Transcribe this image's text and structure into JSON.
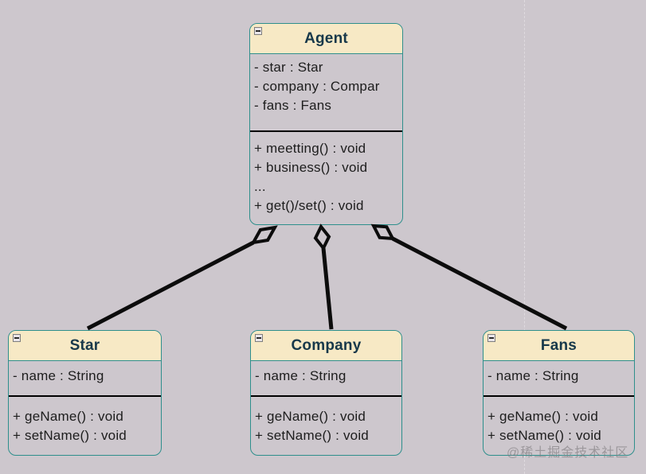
{
  "diagram": {
    "watermark": "@稀土掘金技术社区"
  },
  "colors": {
    "canvas_background": "#CDC7CD",
    "class_header_fill": "#F7E9C5",
    "class_border_teal": "#2E8F8C",
    "title_text": "#17384A",
    "member_text": "#1D1D1D",
    "connector_black": "#0C0C0C"
  },
  "classes": [
    {
      "name": "Agent",
      "attributes": [
        "- star : Star",
        "- company : Compar",
        "- fans : Fans"
      ],
      "methods": [
        "+ meetting() : void",
        "+ business() : void",
        "...",
        "+ get()/set() : void"
      ]
    },
    {
      "name": "Star",
      "attributes": [
        "- name : String"
      ],
      "methods": [
        "+ geName() : void",
        "+ setName() : void"
      ]
    },
    {
      "name": "Company",
      "attributes": [
        "- name : String"
      ],
      "methods": [
        "+ geName() : void",
        "+ setName() : void"
      ]
    },
    {
      "name": "Fans",
      "attributes": [
        "- name : String"
      ],
      "methods": [
        "+ geName() : void",
        "+ setName() : void"
      ]
    }
  ],
  "relationships": [
    {
      "from": "Agent",
      "to": "Star",
      "type": "aggregation",
      "diamond": "hollow"
    },
    {
      "from": "Agent",
      "to": "Company",
      "type": "aggregation",
      "diamond": "hollow"
    },
    {
      "from": "Agent",
      "to": "Fans",
      "type": "aggregation",
      "diamond": "hollow"
    }
  ]
}
